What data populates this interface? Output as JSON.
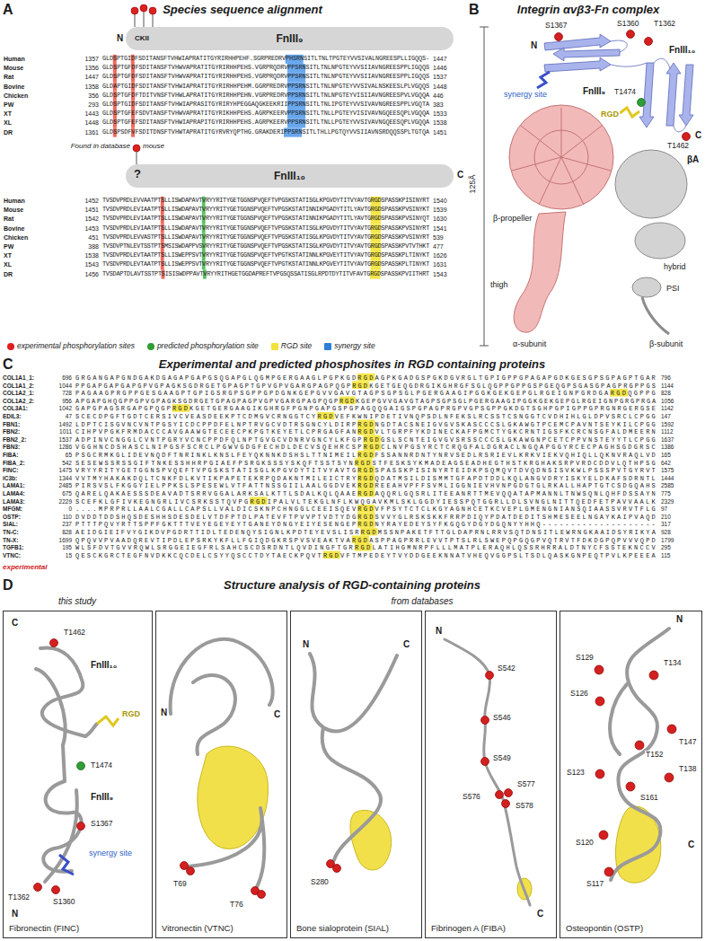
{
  "diagram": {
    "nodes": [
      {
        "text": [
          "FnIII₉"
        ]
      },
      {
        "text": [
          "FnIII₁₀"
        ]
      },
      {
        "text": [
          "Fibronectin (FINC)"
        ]
      },
      {
        "text": [
          "Vitronectin (VTNC)"
        ]
      },
      {
        "text": [
          "Bone sialoprotein (SIAL)"
        ]
      },
      {
        "text": [
          "Fibrinogen A (FIBA)"
        ]
      },
      {
        "text": [
          "Osteopontin (OSTP)"
        ]
      }
    ],
    "labels": [
      "A",
      "Species sequence alignment",
      "N",
      "CKII",
      "Human",
      "1357",
      "GLDSPTGIDFSDITANSFTVHWIAPRATITGYRIRHHPEHF.SGRPREDRVPHSRNSITLTNLTPGTEYVVSIVALNGREESPLLIGQQS-",
      "1447",
      "Mouse",
      "1356",
      "GLDSPTGFDFSDITANSFTVHWVAPRATITGYRIRHHPEHS.VGRPRQDRVPPSRNSITLTNLNPGTEYVVSIIAVNGREESPPLIGQQS",
      "1446",
      "Rat",
      "1447",
      "GLDSPTGFDFSDITANSFTVHWVAPRATITGYRIRHHPEHS.VGRPRQDRVPPSRNSITLTNLNPGTEYVVSIIAVNGREESPPLIGQQS",
      "1537",
      "Bovine",
      "1358",
      "GLDAPTGIDFSDITANSFTVHWIAPRATITGYRIRHHPEHM.GGRPREDRVPPSRNSITLTNLNPGTEYVVSIVALNSKEESLPLVGQQS",
      "1448",
      "Chicken",
      "356",
      "GLDSPTGFDFTDITVNSFTVHWLAPRATITGYRIRHHPEHN.VGRPREDRVPPSRNSITLTNLNPGTEYVISIIAVNGREESPVLVGQQA",
      "446",
      "PW",
      "293",
      "GLDSPTGIDFSDITANSFTVHWIAPRASITGYRIRYHPEGGAQGKEEKRIIPPSRNSITLTNLIPGTEYVVSIVAVNGREESPPLVGQTA",
      "383",
      "XT",
      "1443",
      "GLDSPTGFEFSDVTANSFTVHWVAPRATITGYRIKHHPEHS.AGRPKEERVPPSRNSITLTNLLPGTEYVISIVAVNGQEESQPLVGQQA",
      "1533",
      "XL",
      "1448",
      "GLDSPTGFEFSDITANSFTVHWIAPRAPITGYRIRHHPEHS.AGRPKEERVPPSRNSITLTNLLPGTEYVVSIVAVNGQEESQPLVGQQA",
      "1538",
      "DR",
      "1361",
      "GLDSPSDFVFSDITDNSFTVHWTAPRATITGYRVRYQPTHG.GRAKDERIPPSRNSITLTHLLPGTQYVVSIIAVNSRDQQSSPLTGTQA",
      "1451",
      "Found in database",
      "mouse",
      "?",
      "C",
      "Human",
      "1452",
      "TVSDVPRDLEVVAATPTSLLISWDAPAVTVRYYRITYGETGGNSPVQEFTVPGSKSTATISGLKPGVDYTITVYAVTGRGDSPASSKPISINYRT",
      "1540",
      "Mouse",
      "1451",
      "TVSDVPRDLEVIAATPTSLLISWDAPAVTVRYYRITYGETGGNSPVQEFTVPGSKSTATINNIKPGADYTITLYAVTGRGDSPASSKPVSINYKT",
      "1539",
      "Rat",
      "1542",
      "TVSDVPRDLEVIAATPTSLLISWDAPAVTVRYYRITYGETGGNSPVQEFTVPGSKSTATINNIKPGADYTITLYAVTGRGDSPASSKPVSINYQT",
      "1630",
      "Bovine",
      "1453",
      "TVSDVPRDLEVIAATPTSLLISWDAPAVTVRYYRITYGETGGNSPVQEFTVPGSKSTATISGLKPGVDYTITVYAVTGRGDSPASSKPVSINYRT",
      "1541",
      "Chicken",
      "451",
      "TVSDVPRDLEVVASTPTSLLISWDAPAVTVRYYRITYGETGGNSPVQEFTVPGSKSTATISGLKPGVDYTITVYAVTGRGDSPASSKPVSINYRT",
      "539",
      "PW",
      "388",
      "TVSDVPTNLEVTSSTPTSMSISWDAPPVSVRYYRITYGETGGNSPVQEFTVPGSKSTATISGLKPGVDYTITVYAVTGRGDSPASSKPVTVTHKT",
      "477",
      "XT",
      "1538",
      "TVSDVPRDLEVTAATPTSLLISWEPPSVTVRYYRITYGETGGNSPVQEFTVPGTKSTATINNLKPGVEYTITVYAVTGRGDSPASSKPLTINYKT",
      "1626",
      "XL",
      "1543",
      "TVSDVPRDLEVTAATPTSLLISWEPPSVTVRYYRITYGETGGNSPVQEFTVPGTKSTATINNLKPGVEYTITVYAVTGRGDSPASSKPLTINYKT",
      "1631",
      "DR",
      "1456",
      "TVSDAPTDLAVTSSTPTSISISWDPPAVTVRYYRITHGETGGDAPREFTVPGSQSSATISGLRPDTDYTITVFAVTGRGDSPASSKPVIITHRT",
      "1543",
      "B",
      "Integrin αvβ3-Fn complex",
      "S1360",
      "T1362",
      "S1367",
      "N",
      "FnIII₉",
      "synergy site",
      "FnIII₁₀",
      "T1474",
      "RGD",
      "C",
      "T1462",
      "βA",
      "β-propeller",
      "hybrid",
      "125Å",
      "thigh",
      "PSI",
      "α-subunit",
      "β-subunit",
      "C",
      "Experimental and predicted phosphosites in RGD containing proteins",
      "COL1A1_1:",
      "696",
      "GRGANGAPGNDGAKDGAGAPGAPGSQGAPGLQGMPGERGAAGLPGPKGDRGDAGPKGADGSPGKDGVRGLTGPIGPPGPAGAPGDKGESGPSGPAGPTGAR",
      "796",
      "COL1A1_2:",
      "1044",
      "PPGAPGAPGAPGPVGPAGKSGDRGETGPAGPTGPVGPVGARGPAGPQGPRGDKGETGEQGDRGIKGHRGFSGLQGPPGPPGSPGEQGPSGASGPAGPRGPPGS",
      "1144",
      "COL1A2_1:",
      "728",
      "PAGAAGPRGPPGESGAAGPTGPIGSRGPSGPPGPDGNKGEPGVVGAVGTAGPSGPSGLPGERGAAGIPGGKGEKGEPGLRGEIGNPGRDGARGDQGPPG",
      "828",
      "COL1A2_2:",
      "956",
      "APGAPGHQGPPGPVGPAGKSGDRGETGPAGPAGPVGPVGARGPAGPQGPRGDKGEPGVVGAVGTAGPSGPSGLPGERGAAGIPGGKGEKGEPGLRGEIGNPGRGPRGA",
      "1056",
      "COL3A1:",
      "1042",
      "GAPGPAGSRGAPGPQGPRGDKGETGERGAAGIKGHRGFPGNPGAPGSPGPAGQQGAIGSPGPAGPRGPVGPSGPPGKDGTSGHPGPIGPPGPRGNRGERGSE",
      "1142",
      "EDIL3:",
      "47",
      "SCECDPGFTGDTCERSIVCVEASDEEKPTCDMGVCRNGGTCYRGDVEFKWNIPDETIVNQPSDLNFEKSLRCSSTCSNGGTCVDHIHLGLDPVSRCLCPGG",
      "147",
      "FBN1:",
      "1492",
      "LDPTCISGVNCVNTPGSYICDCPPDFELNPTRVGCVDTRSGNCYLDIRPRGDNGDTACSNEIGVGVSKASCCCSLGKAWGTPCEMCPAVNTSEYKILCPGG",
      "1592",
      "FBN2:",
      "1011",
      "CIHPVPGKFRMDACCCAVGAAWGTECEECPKPGTKEYETLCPRGAGFANRGDVLTGRPFYKDINECKAFPGMCTYGKCRNTIGSFKCRCNSGFALDMEERN",
      "1112",
      "FBN2_2:",
      "1537",
      "ADPINVCNGGLCVNTPGRYVCNCPPDFQLNPTGVGCVDNRVGNCYLKFGPRGDGSLSCNTEIGVGVSRSSCCCSLGKAWGNPCETCPPVNSTEYYTLCPGG",
      "1637",
      "FBN3:",
      "1286",
      "VGGHNCDSHASCLNIPGSFSCRCLPGWVGDGFECHDLDECVSQEHRCSPRGDCLNVPGSYRCTCRQGFALDGRACLNGQAPGGYRCECPAGHSGDGRSC",
      "1386",
      "FIBA:",
      "65",
      "PSGCRMKGLIDEVNQDFTNRINKLKNSLFEYQKNNKDSHSLTTNIMEILRGDFSSANNRDNTYNRVSEDLRSRIEVLKRKVIEKVQHIQLLQKNVRAQLVD",
      "165",
      "FIBA_2:",
      "542",
      "SESEWSSRSSGIFTNKESSHHRPGIAEFPSRGKSSSYSKQFTSSTSYNRGDSTFESKSYKMADEAGSEADHEGTHSTKRGHAKSRPVRDCDDVLQTHPSG",
      "642",
      "FINC:",
      "1475",
      "VRYYRITYGETGGNSPVQEFTVPGSKSTATISGLKPGVDYTITVYAVTGRGDSPASSKPISINYRTEIDKPSQMQVTDVQDNSISVKWLPSSSPVTGYRVT",
      "1575",
      "iC3b:",
      "1344",
      "VVTMYHAKAKDQLTCNKFDLKVTIKPAPETEKRPQDAKNTMILEICTRYRGDQDATMSILDISMMTGFAPDTDDLKQLANGVDRYISKYELDKAFSDRNTL",
      "1444",
      "LAMA1:",
      "2485",
      "PIRSVSLFKGGYIELPPKSLSPESEWLVTFATTNSSGIILAALGGDVEKRGDREEAHVPFFSVMLIGGNIEVHVNPGDGTGLRKALLHAPTGTCSDGQAHS",
      "2585",
      "LAMA4:",
      "675",
      "QARELQAKAESSSDEAVADTSRRVGGALARKSALKTTLSDALKQLQAAERGDAQQRLGQSRLITEEANRTTMEVQQATAPMANNLTNWSQNLQHFDSSAYN",
      "775",
      "LAMA3:",
      "2229",
      "SCEFKLGFIVKEGNGRLIVCSRKSSTQVPGRGDIPALVLTEKGLNFLKWQGAVKMLSKLGGDYIESSPQTGGRLLDLSVNGLNITTQEDFETPAVVAALK",
      "2329",
      "MFGM:",
      "0",
      "....MPRPRLLAALCGALLCAPSLLVALDICSKNPCHNGGLCEEISQEVRGDVFPSYTCTCLKGYAGNHCETKCVEPLGMENGNIANSQIAASSVRVTFLG",
      "97",
      "OSTP:",
      "110",
      "DVDDTDDSHQSDESHHSDESDELVTDFPTDLPATEVFTPVVPTVDTYDGRGDSVVYGLRSKSKKFRRPDIQYPDATDEDITSHMESEELNGAYKAIPVAQD",
      "210",
      "SIAL:",
      "237",
      "PTTTPQVYRTTSPPFGKTTTVEYEGEYEYTGANEYDNGYEIYESENGEPRGDNYRAYEDEYSYFKGQGYDGYDGQNYYHHQ--------------------",
      "317",
      "TN-C:",
      "828",
      "AEIDGIEIFVYGIKDVPGDRTTIDLTEDENQYSIGNLKPDTEYEVSLISRRGDMSSNPAKETFTTGLDAPRNLRRVSQTDNSITLEWRNGKAAIDSYRIKYA",
      "928",
      "TN-X:",
      "1699",
      "QPQVVPVAADQREVTIPDLEPSRKYKFLLFGIQDGKRSPVSVEAKTVARGDASPPAGPRRLEVVTPTSLRLSWEPQPGQGPVQTRVTFDKDGPQPVVVQPD",
      "1799",
      "TGFB1:",
      "195",
      "WLSFDVTGVVRQWLSRGGEIEGFRLSAHCSCDSRDNTLQVDINGFTGRRGDLATIHGMNRPFLLLMATPLERAQHLQSSRHRRALDTNYCFSSTEKNCCV",
      "295",
      "VTNC:",
      "15",
      "QESCKGRCTEGFNVDKKCQCDELCSYYQSCCTDYTAECKPQVTRGDVFTMPEDEYTVYDDGEEKNNATVHEQVGGPSLTSDLQASKGNPEQTPVLKPEEEA",
      "115",
      "experimental",
      "D",
      "Structure analysis of RGD-containing proteins",
      "this study",
      "from databases",
      "C",
      "T1462",
      "FnIII₁₀",
      "RGD",
      "T1474",
      "FnIII₉",
      "S1367",
      "synergy site",
      "T1362",
      "S1360",
      "N",
      "N",
      "C",
      "T69",
      "T76",
      "N",
      "C",
      "S280",
      "N",
      "S542",
      "S546",
      "S549",
      "S576",
      "S577",
      "S578",
      "C",
      "N",
      "S129",
      "T134",
      "S126",
      "T147",
      "T152",
      "T138",
      "S123",
      "S161",
      "S120",
      "S117",
      "C"
    ],
    "legend": [
      {
        "text": "experimental phosphorylation sites",
        "color": "#e02020"
      },
      {
        "text": "predicted phosphorylation site",
        "color": "#2e9e35"
      },
      {
        "text": "RGD site",
        "color": "#f2e23c"
      },
      {
        "text": "synergy site",
        "color": "#2f7fd6"
      }
    ]
  }
}
